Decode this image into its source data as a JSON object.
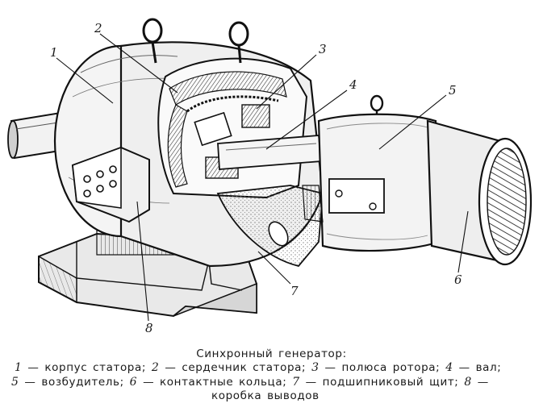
{
  "figure": {
    "callouts": [
      {
        "id": "1",
        "label": "1"
      },
      {
        "id": "2",
        "label": "2"
      },
      {
        "id": "3",
        "label": "3"
      },
      {
        "id": "4",
        "label": "4"
      },
      {
        "id": "5",
        "label": "5"
      },
      {
        "id": "6",
        "label": "6"
      },
      {
        "id": "7",
        "label": "7"
      },
      {
        "id": "8",
        "label": "8"
      }
    ]
  },
  "caption": {
    "title": "Синхронный генератор:",
    "items": [
      {
        "num": "1",
        "text": "— корпус статора;"
      },
      {
        "num": "2",
        "text": "— сердечник статора;"
      },
      {
        "num": "3",
        "text": "— полюса ротора;"
      },
      {
        "num": "4",
        "text": "— вал;"
      },
      {
        "num": "5",
        "text": "— возбудитель;"
      },
      {
        "num": "6",
        "text": "— контактные кольца;"
      },
      {
        "num": "7",
        "text": "— подшипниковый щит;"
      },
      {
        "num": "8",
        "text": "—"
      },
      {
        "num": "",
        "text": "коробка выводов"
      }
    ]
  }
}
